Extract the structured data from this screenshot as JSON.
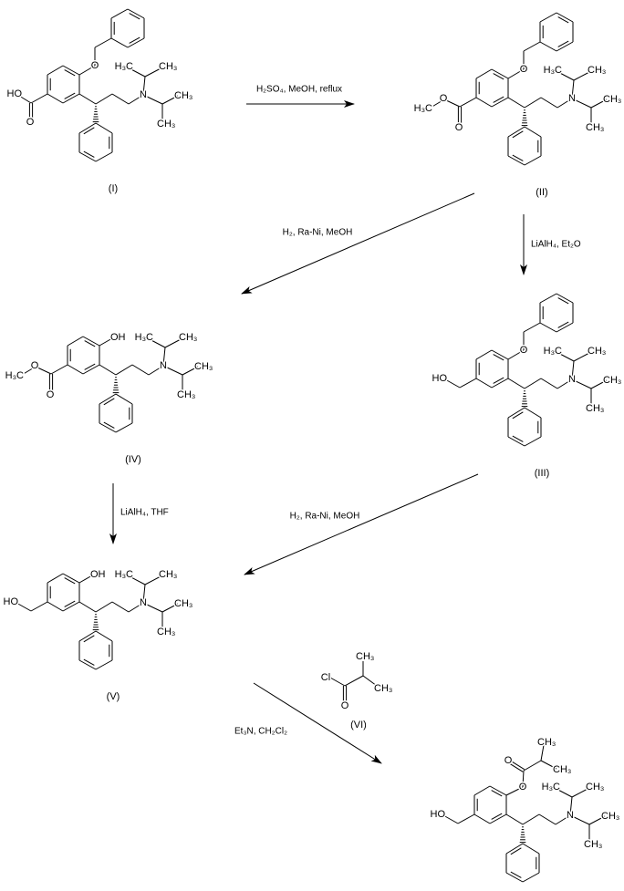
{
  "compounds": [
    {
      "id": "I",
      "label": "(I)",
      "left_group": "acid",
      "top_group": "benzyloxy"
    },
    {
      "id": "II",
      "label": "(II)",
      "left_group": "methyl-ester",
      "top_group": "benzyloxy"
    },
    {
      "id": "III",
      "label": "(III)",
      "left_group": "hydroxymethyl",
      "top_group": "benzyloxy"
    },
    {
      "id": "IV",
      "label": "(IV)",
      "left_group": "methyl-ester",
      "top_group": "hydroxy"
    },
    {
      "id": "V",
      "label": "(V)",
      "left_group": "hydroxymethyl",
      "top_group": "hydroxy"
    },
    {
      "id": "VII",
      "label": "",
      "left_group": "hydroxymethyl",
      "top_group": "isobutyryloxy"
    }
  ],
  "reagent_compound": {
    "label": "(VI)"
  },
  "atom_labels": {
    "O": "O",
    "N": "N",
    "CH3": "CH₃",
    "H3C": "H₃C",
    "HO": "HO",
    "OH": "OH",
    "Cl": "Cl"
  },
  "arrows": [
    {
      "from": "I",
      "to": "II",
      "conditions": "H₂SO₄, MeOH, reflux"
    },
    {
      "from": "II",
      "to": "IV",
      "conditions": "H₂, Ra-Ni, MeOH"
    },
    {
      "from": "II",
      "to": "III",
      "conditions": "LiAlH₄, Et₂O"
    },
    {
      "from": "IV",
      "to": "V",
      "conditions": "LiAlH₄, THF"
    },
    {
      "from": "III",
      "to": "V",
      "conditions": "H₂, Ra-Ni, MeOH"
    },
    {
      "from": "V",
      "to": "VII",
      "conditions": "Et₃N, CH₂Cl₂"
    }
  ]
}
